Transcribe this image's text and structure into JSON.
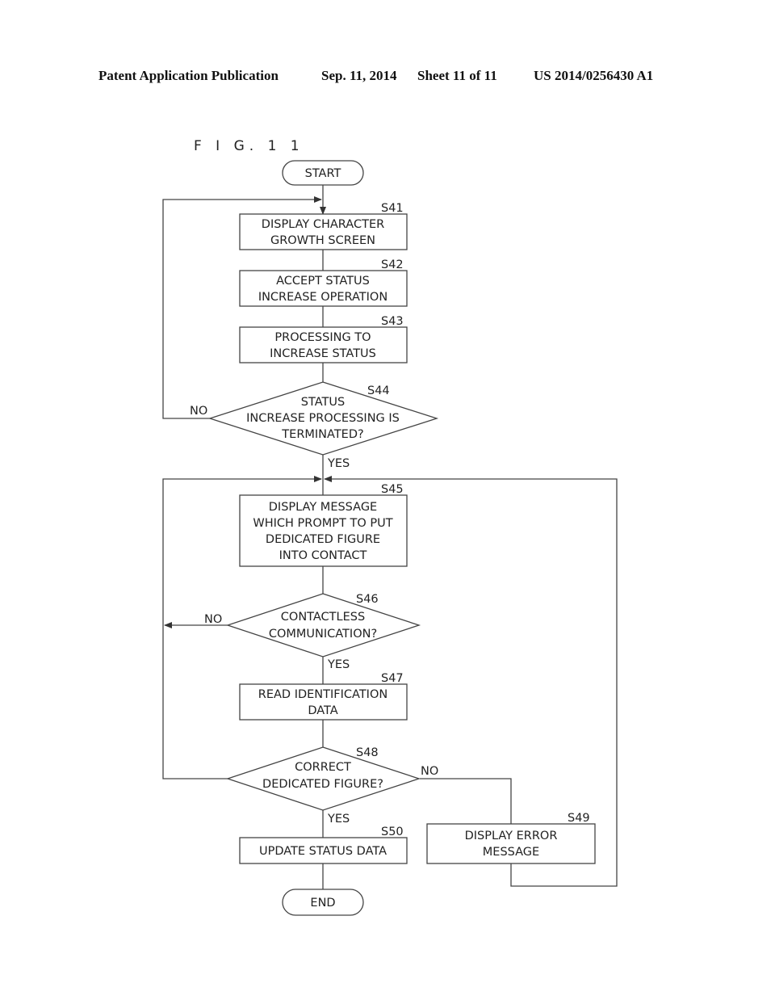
{
  "header": {
    "publication": "Patent Application Publication",
    "date": "Sep. 11, 2014",
    "sheet": "Sheet 11 of 11",
    "number": "US 2014/0256430 A1"
  },
  "figure_label": "F I G. 1 1",
  "flowchart": {
    "start": "START",
    "end": "END",
    "steps": {
      "s41": {
        "id": "S41",
        "lines": [
          "DISPLAY CHARACTER",
          "GROWTH SCREEN"
        ]
      },
      "s42": {
        "id": "S42",
        "lines": [
          "ACCEPT STATUS",
          "INCREASE OPERATION"
        ]
      },
      "s43": {
        "id": "S43",
        "lines": [
          "PROCESSING TO",
          "INCREASE STATUS"
        ]
      },
      "s44": {
        "id": "S44",
        "lines": [
          "STATUS",
          "INCREASE PROCESSING IS",
          "TERMINATED?"
        ]
      },
      "s45": {
        "id": "S45",
        "lines": [
          "DISPLAY MESSAGE",
          "WHICH PROMPT TO PUT",
          "DEDICATED FIGURE",
          "INTO CONTACT"
        ]
      },
      "s46": {
        "id": "S46",
        "lines": [
          "CONTACTLESS",
          "COMMUNICATION?"
        ]
      },
      "s47": {
        "id": "S47",
        "lines": [
          "READ IDENTIFICATION",
          "DATA"
        ]
      },
      "s48": {
        "id": "S48",
        "lines": [
          "CORRECT",
          "DEDICATED FIGURE?"
        ]
      },
      "s49": {
        "id": "S49",
        "lines": [
          "DISPLAY ERROR",
          "MESSAGE"
        ]
      },
      "s50": {
        "id": "S50",
        "lines": [
          "UPDATE STATUS DATA"
        ]
      }
    },
    "branch_labels": {
      "s44_no": "NO",
      "s44_yes": "YES",
      "s46_no": "NO",
      "s46_yes": "YES",
      "s48_no": "NO",
      "s48_yes": "YES"
    }
  }
}
